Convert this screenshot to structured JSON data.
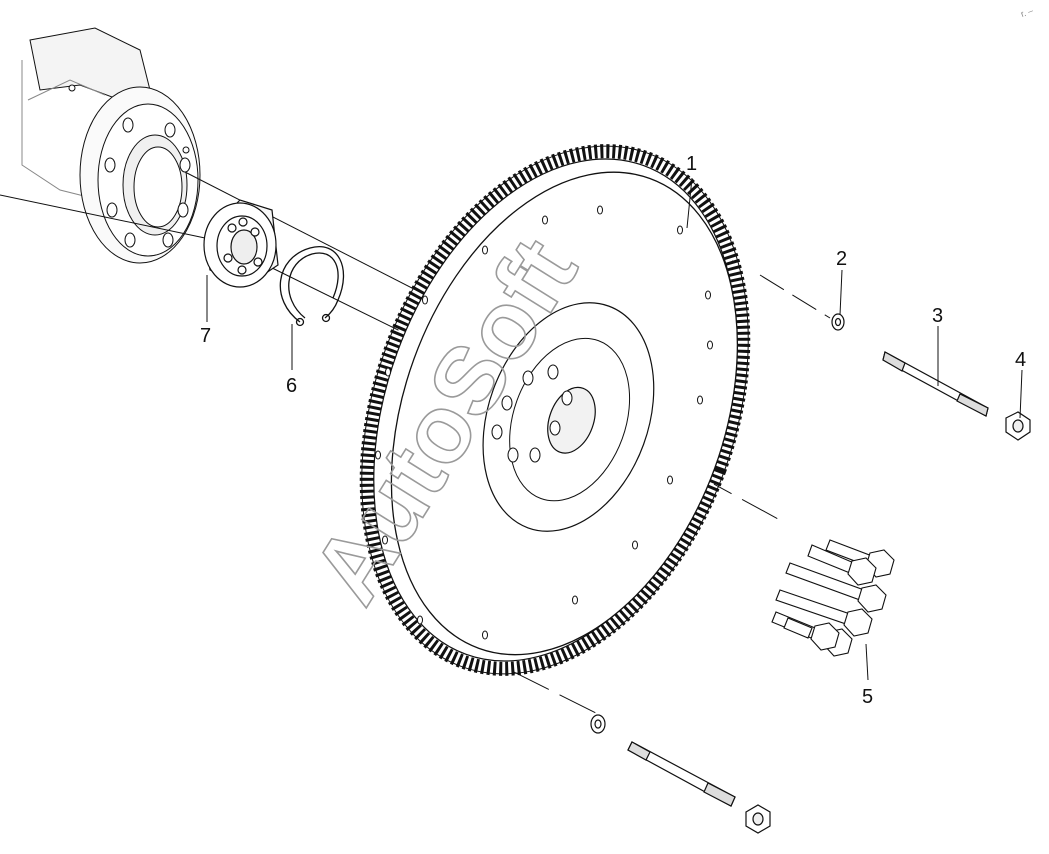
{
  "callouts": {
    "c1": "1",
    "c2": "2",
    "c3": "3",
    "c4": "4",
    "c5": "5",
    "c6": "6",
    "c7": "7"
  },
  "watermark": "AutoSoft",
  "corner_mark": "r. –",
  "colors": {
    "line": "#111111",
    "part_fill": "#ffffff",
    "watermark": "#9a9a9a"
  }
}
